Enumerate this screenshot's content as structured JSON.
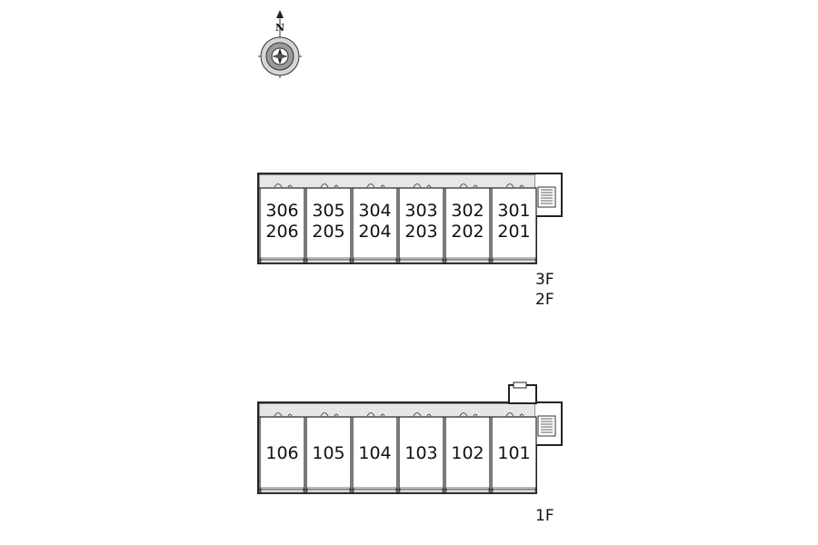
{
  "compass": {
    "north_label": "N"
  },
  "upper_block": {
    "units": [
      {
        "top": "306",
        "bottom": "206"
      },
      {
        "top": "305",
        "bottom": "205"
      },
      {
        "top": "304",
        "bottom": "204"
      },
      {
        "top": "303",
        "bottom": "203"
      },
      {
        "top": "302",
        "bottom": "202"
      },
      {
        "top": "301",
        "bottom": "201"
      }
    ],
    "floor_labels": [
      "3F",
      "2F"
    ]
  },
  "lower_block": {
    "units": [
      {
        "top": "106"
      },
      {
        "top": "105"
      },
      {
        "top": "104"
      },
      {
        "top": "103"
      },
      {
        "top": "102"
      },
      {
        "top": "101"
      }
    ],
    "floor_labels": [
      "1F"
    ]
  },
  "colors": {
    "line": "#222222",
    "corridor": "#e6e6e6",
    "wall": "#111111"
  }
}
